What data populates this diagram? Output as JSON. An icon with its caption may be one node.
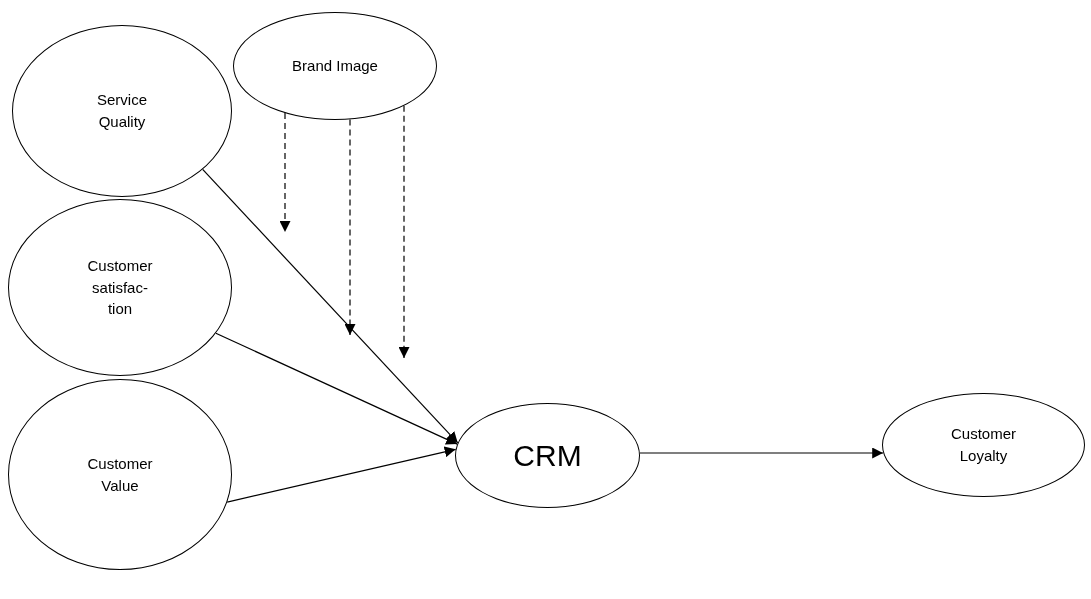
{
  "diagram": {
    "nodes": [
      {
        "text": [
          "Service Quality"
        ]
      },
      {
        "text": [
          "Brand Image"
        ]
      },
      {
        "text": [
          "Customer satisfac- tion"
        ]
      },
      {
        "text": [
          "Customer Value"
        ]
      },
      {
        "text": [
          "CRM"
        ]
      },
      {
        "text": [
          "Customer Loyalty"
        ]
      }
    ],
    "edges": [
      {
        "from": 0,
        "to": 4,
        "arrow": "to"
      },
      {
        "from": 2,
        "to": 4,
        "arrow": "to"
      },
      {
        "from": 3,
        "to": 4,
        "arrow": "to"
      },
      {
        "from": 4,
        "to": 5,
        "arrow": "to"
      },
      {
        "from": 1,
        "to": null,
        "arrow": "to",
        "style": "dashed"
      },
      {
        "from": 1,
        "to": null,
        "arrow": "to",
        "style": "dashed"
      },
      {
        "from": 1,
        "to": null,
        "arrow": "to",
        "style": "dashed"
      }
    ]
  }
}
